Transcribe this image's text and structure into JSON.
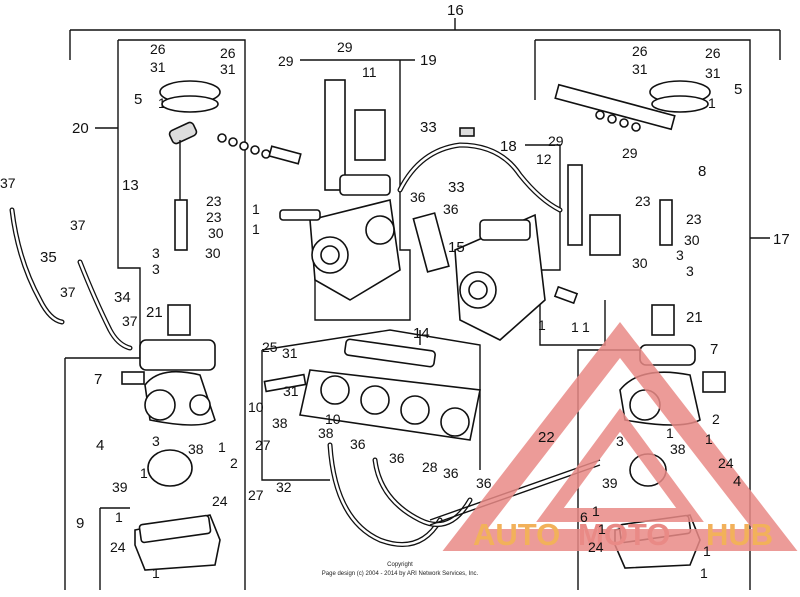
{
  "labels": {
    "p16": "16",
    "p17": "17",
    "p20": "20",
    "p19": "19",
    "p18": "18",
    "p37a": "37",
    "p37b": "37",
    "p37c": "37",
    "p37d": "37",
    "p35": "35",
    "p34": "34",
    "p26a": "26",
    "p26b": "26",
    "p31a": "31",
    "p31b": "31",
    "p26c": "26",
    "p26d": "26",
    "p31c": "31",
    "p31d": "31",
    "p5a": "5",
    "p1a": "1",
    "p5b": "5",
    "p1b": "1",
    "p13": "13",
    "p8": "8",
    "p23a": "23",
    "p23b": "23",
    "p30a": "30",
    "p30b": "30",
    "p23c": "23",
    "p23d": "23",
    "p30c": "30",
    "p30d": "30",
    "p3a": "3",
    "p3b": "3",
    "p3c": "3",
    "p3d": "3",
    "p21a": "21",
    "p21b": "21",
    "p29a": "29",
    "p29b": "29",
    "p11": "11",
    "p29c": "29",
    "p29d": "29",
    "p12": "12",
    "p33a": "33",
    "p33b": "33",
    "p36a": "36",
    "p36b": "36",
    "p36c": "36",
    "p36d": "36",
    "p36e": "36",
    "p36f": "36",
    "p15": "15",
    "p14": "14",
    "p1c": "1",
    "p1d": "1",
    "p1e": "1",
    "p1f": "1",
    "p1g": "1",
    "p25": "25",
    "p31e": "31",
    "p31f": "31",
    "p10a": "10",
    "p10b": "10",
    "p38a": "38",
    "p38b": "38",
    "p27a": "27",
    "p27b": "27",
    "p32": "32",
    "p28": "28",
    "p7a": "7",
    "p7b": "7",
    "p4a": "4",
    "p4b": "4",
    "p3e": "3",
    "p3f": "3",
    "p38c": "38",
    "p38d": "38",
    "p2a": "2",
    "p2b": "2",
    "p1h": "1",
    "p1i": "1",
    "p1j": "1",
    "p1k": "1",
    "p39a": "39",
    "p39b": "39",
    "p24a": "24",
    "p24b": "24",
    "p24c": "24",
    "p24d": "24",
    "p9": "9",
    "p6": "6",
    "p1l": "1",
    "p1m": "1",
    "p1n": "1",
    "p1o": "1",
    "p1p": "1",
    "p1q": "1",
    "p22": "22"
  },
  "copyright": {
    "line1": "Copyright",
    "line2": "Page design (c) 2004 - 2014 by ARI Network Services, Inc."
  },
  "watermark": {
    "auto": "AUTO",
    "moto": "MOTO",
    "hub": "HUB",
    "colors": {
      "orange": "#f2b15a",
      "red": "#e98a86"
    }
  }
}
